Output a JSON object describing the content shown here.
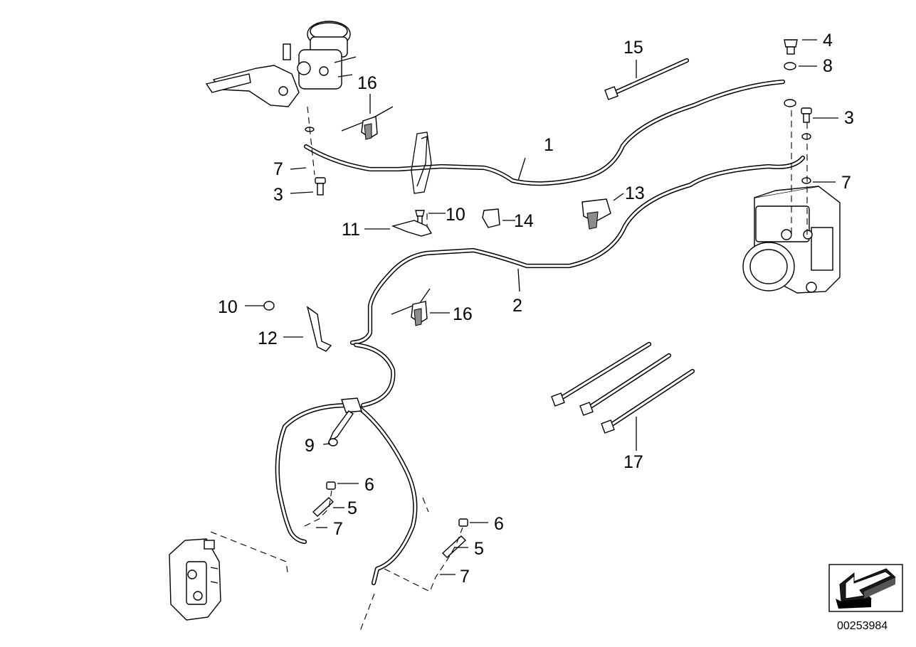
{
  "diagram": {
    "callouts": [
      {
        "id": "c1",
        "label": "1"
      },
      {
        "id": "c2",
        "label": "2"
      },
      {
        "id": "c3a",
        "label": "3"
      },
      {
        "id": "c3b",
        "label": "3"
      },
      {
        "id": "c4",
        "label": "4"
      },
      {
        "id": "c5a",
        "label": "5"
      },
      {
        "id": "c5b",
        "label": "5"
      },
      {
        "id": "c6a",
        "label": "6"
      },
      {
        "id": "c6b",
        "label": "6"
      },
      {
        "id": "c7a",
        "label": "7"
      },
      {
        "id": "c7b",
        "label": "7"
      },
      {
        "id": "c7c",
        "label": "7"
      },
      {
        "id": "c7d",
        "label": "7"
      },
      {
        "id": "c8",
        "label": "8"
      },
      {
        "id": "c9",
        "label": "9"
      },
      {
        "id": "c10a",
        "label": "10"
      },
      {
        "id": "c10b",
        "label": "10"
      },
      {
        "id": "c11",
        "label": "11"
      },
      {
        "id": "c12",
        "label": "12"
      },
      {
        "id": "c13",
        "label": "13"
      },
      {
        "id": "c14",
        "label": "14"
      },
      {
        "id": "c15",
        "label": "15"
      },
      {
        "id": "c16a",
        "label": "16"
      },
      {
        "id": "c16b",
        "label": "16"
      },
      {
        "id": "c17",
        "label": "17"
      }
    ],
    "reference_number": "00253984",
    "icons": [
      "brake-master-cylinder-icon",
      "abs-pressure-modulator-icon",
      "brake-caliper-icon",
      "navigation-arrow-icon"
    ]
  }
}
